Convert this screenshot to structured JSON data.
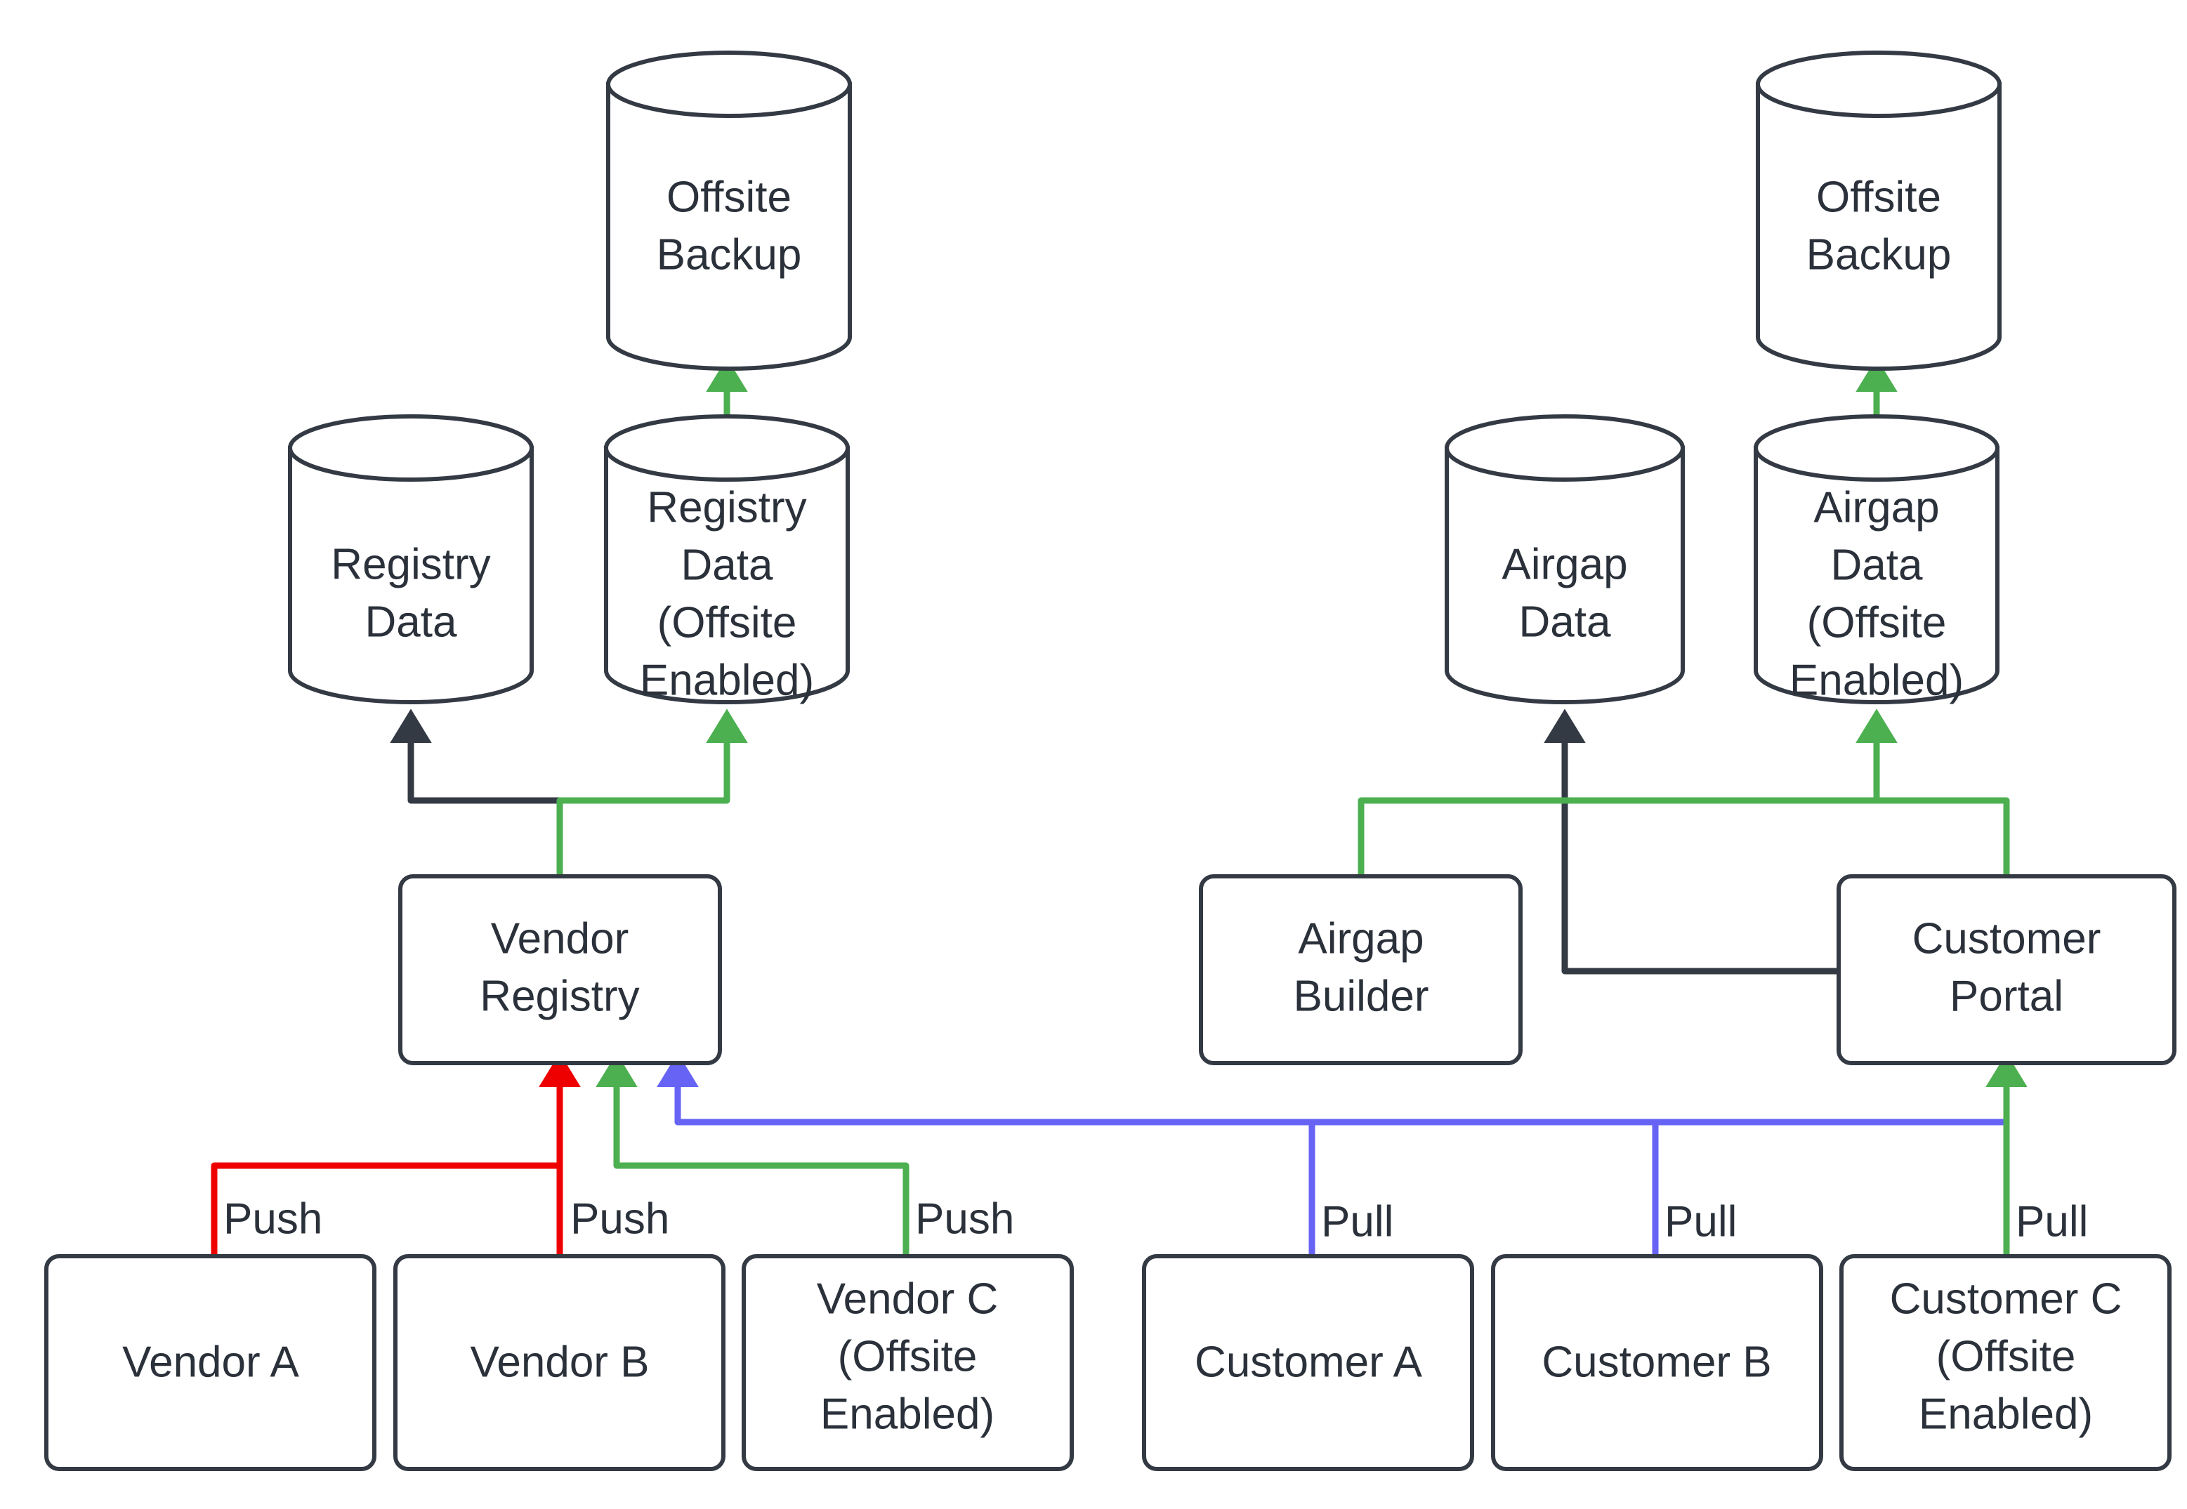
{
  "diagram": {
    "title": "Vendor Registry and Customer Portal Offsite Backup Flow",
    "background_color": "#ffffff",
    "colors": {
      "node_stroke": "#343a44",
      "node_fill": "#ffffff",
      "text": "#2b313a",
      "edge_default": "#343a44",
      "edge_green": "#4caf50",
      "edge_red": "#ee0000",
      "edge_blue": "#6663f5"
    },
    "nodes": {
      "offsite_backup_left": {
        "label_line1": "Offsite",
        "label_line2": "Backup",
        "shape": "cylinder"
      },
      "offsite_backup_right": {
        "label_line1": "Offsite",
        "label_line2": "Backup",
        "shape": "cylinder"
      },
      "registry_data": {
        "label_line1": "Registry",
        "label_line2": "Data",
        "shape": "cylinder"
      },
      "registry_data_offsite": {
        "label_line1": "Registry",
        "label_line2": "Data",
        "label_line3": "(Offsite",
        "label_line4": "Enabled)",
        "shape": "cylinder"
      },
      "airgap_data": {
        "label_line1": "Airgap",
        "label_line2": "Data",
        "shape": "cylinder"
      },
      "airgap_data_offsite": {
        "label_line1": "Airgap",
        "label_line2": "Data",
        "label_line3": "(Offsite",
        "label_line4": "Enabled)",
        "shape": "cylinder"
      },
      "vendor_registry": {
        "label_line1": "Vendor",
        "label_line2": "Registry",
        "shape": "rounded-rect"
      },
      "airgap_builder": {
        "label_line1": "Airgap",
        "label_line2": "Builder",
        "shape": "rounded-rect"
      },
      "customer_portal": {
        "label_line1": "Customer",
        "label_line2": "Portal",
        "shape": "rounded-rect"
      },
      "vendor_a": {
        "label_line1": "Vendor A",
        "shape": "rounded-rect"
      },
      "vendor_b": {
        "label_line1": "Vendor B",
        "shape": "rounded-rect"
      },
      "vendor_c": {
        "label_line1": "Vendor C",
        "label_line2": "(Offsite",
        "label_line3": "Enabled)",
        "shape": "rounded-rect"
      },
      "customer_a": {
        "label_line1": "Customer A",
        "shape": "rounded-rect"
      },
      "customer_b": {
        "label_line1": "Customer B",
        "shape": "rounded-rect"
      },
      "customer_c": {
        "label_line1": "Customer C",
        "label_line2": "(Offsite",
        "label_line3": "Enabled)",
        "shape": "rounded-rect"
      }
    },
    "edge_labels": {
      "vendor_a_push": "Push",
      "vendor_b_push": "Push",
      "vendor_c_push": "Push",
      "customer_a_pull": "Pull",
      "customer_b_pull": "Pull",
      "customer_c_pull": "Pull"
    },
    "edges": [
      {
        "from": "registry_data_offsite",
        "to": "offsite_backup_left",
        "color": "#4caf50",
        "label": ""
      },
      {
        "from": "airgap_data_offsite",
        "to": "offsite_backup_right",
        "color": "#4caf50",
        "label": ""
      },
      {
        "from": "vendor_registry",
        "to": "registry_data",
        "color": "#343a44",
        "label": ""
      },
      {
        "from": "vendor_registry",
        "to": "registry_data_offsite",
        "color": "#4caf50",
        "label": ""
      },
      {
        "from": "customer_portal",
        "to": "airgap_data",
        "color": "#343a44",
        "label": ""
      },
      {
        "from": "airgap_builder",
        "to": "airgap_data_offsite",
        "color": "#4caf50",
        "label": ""
      },
      {
        "from": "customer_portal",
        "to": "airgap_data_offsite",
        "color": "#4caf50",
        "label": ""
      },
      {
        "from": "vendor_a",
        "to": "vendor_registry",
        "color": "#ee0000",
        "label": "Push"
      },
      {
        "from": "vendor_b",
        "to": "vendor_registry",
        "color": "#ee0000",
        "label": "Push"
      },
      {
        "from": "vendor_c",
        "to": "vendor_registry",
        "color": "#4caf50",
        "label": "Push"
      },
      {
        "from": "customer_a",
        "to": "vendor_registry",
        "color": "#6663f5",
        "label": "Pull"
      },
      {
        "from": "customer_b",
        "to": "vendor_registry",
        "color": "#6663f5",
        "label": "Pull"
      },
      {
        "from": "customer_c",
        "to": "customer_portal",
        "color": "#4caf50",
        "label": "Pull"
      }
    ]
  }
}
